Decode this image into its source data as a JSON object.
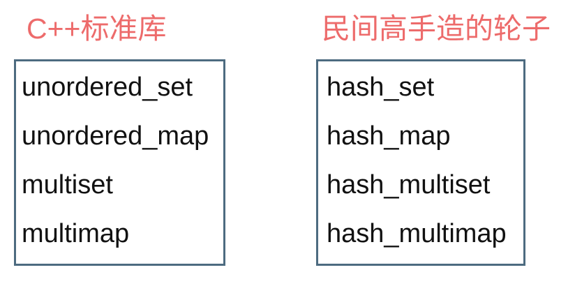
{
  "colors": {
    "title_color": "#ED6B6B",
    "box_border_color": "#4D6B80",
    "item_text_color": "#111111",
    "background_color": "#FFFFFF"
  },
  "columns": [
    {
      "title": "C++标准库",
      "items": [
        "unordered_set",
        "unordered_map",
        "multiset",
        "multimap"
      ]
    },
    {
      "title": "民间高手造的轮子",
      "items": [
        "hash_set",
        "hash_map",
        "hash_multiset",
        "hash_multimap"
      ]
    }
  ]
}
